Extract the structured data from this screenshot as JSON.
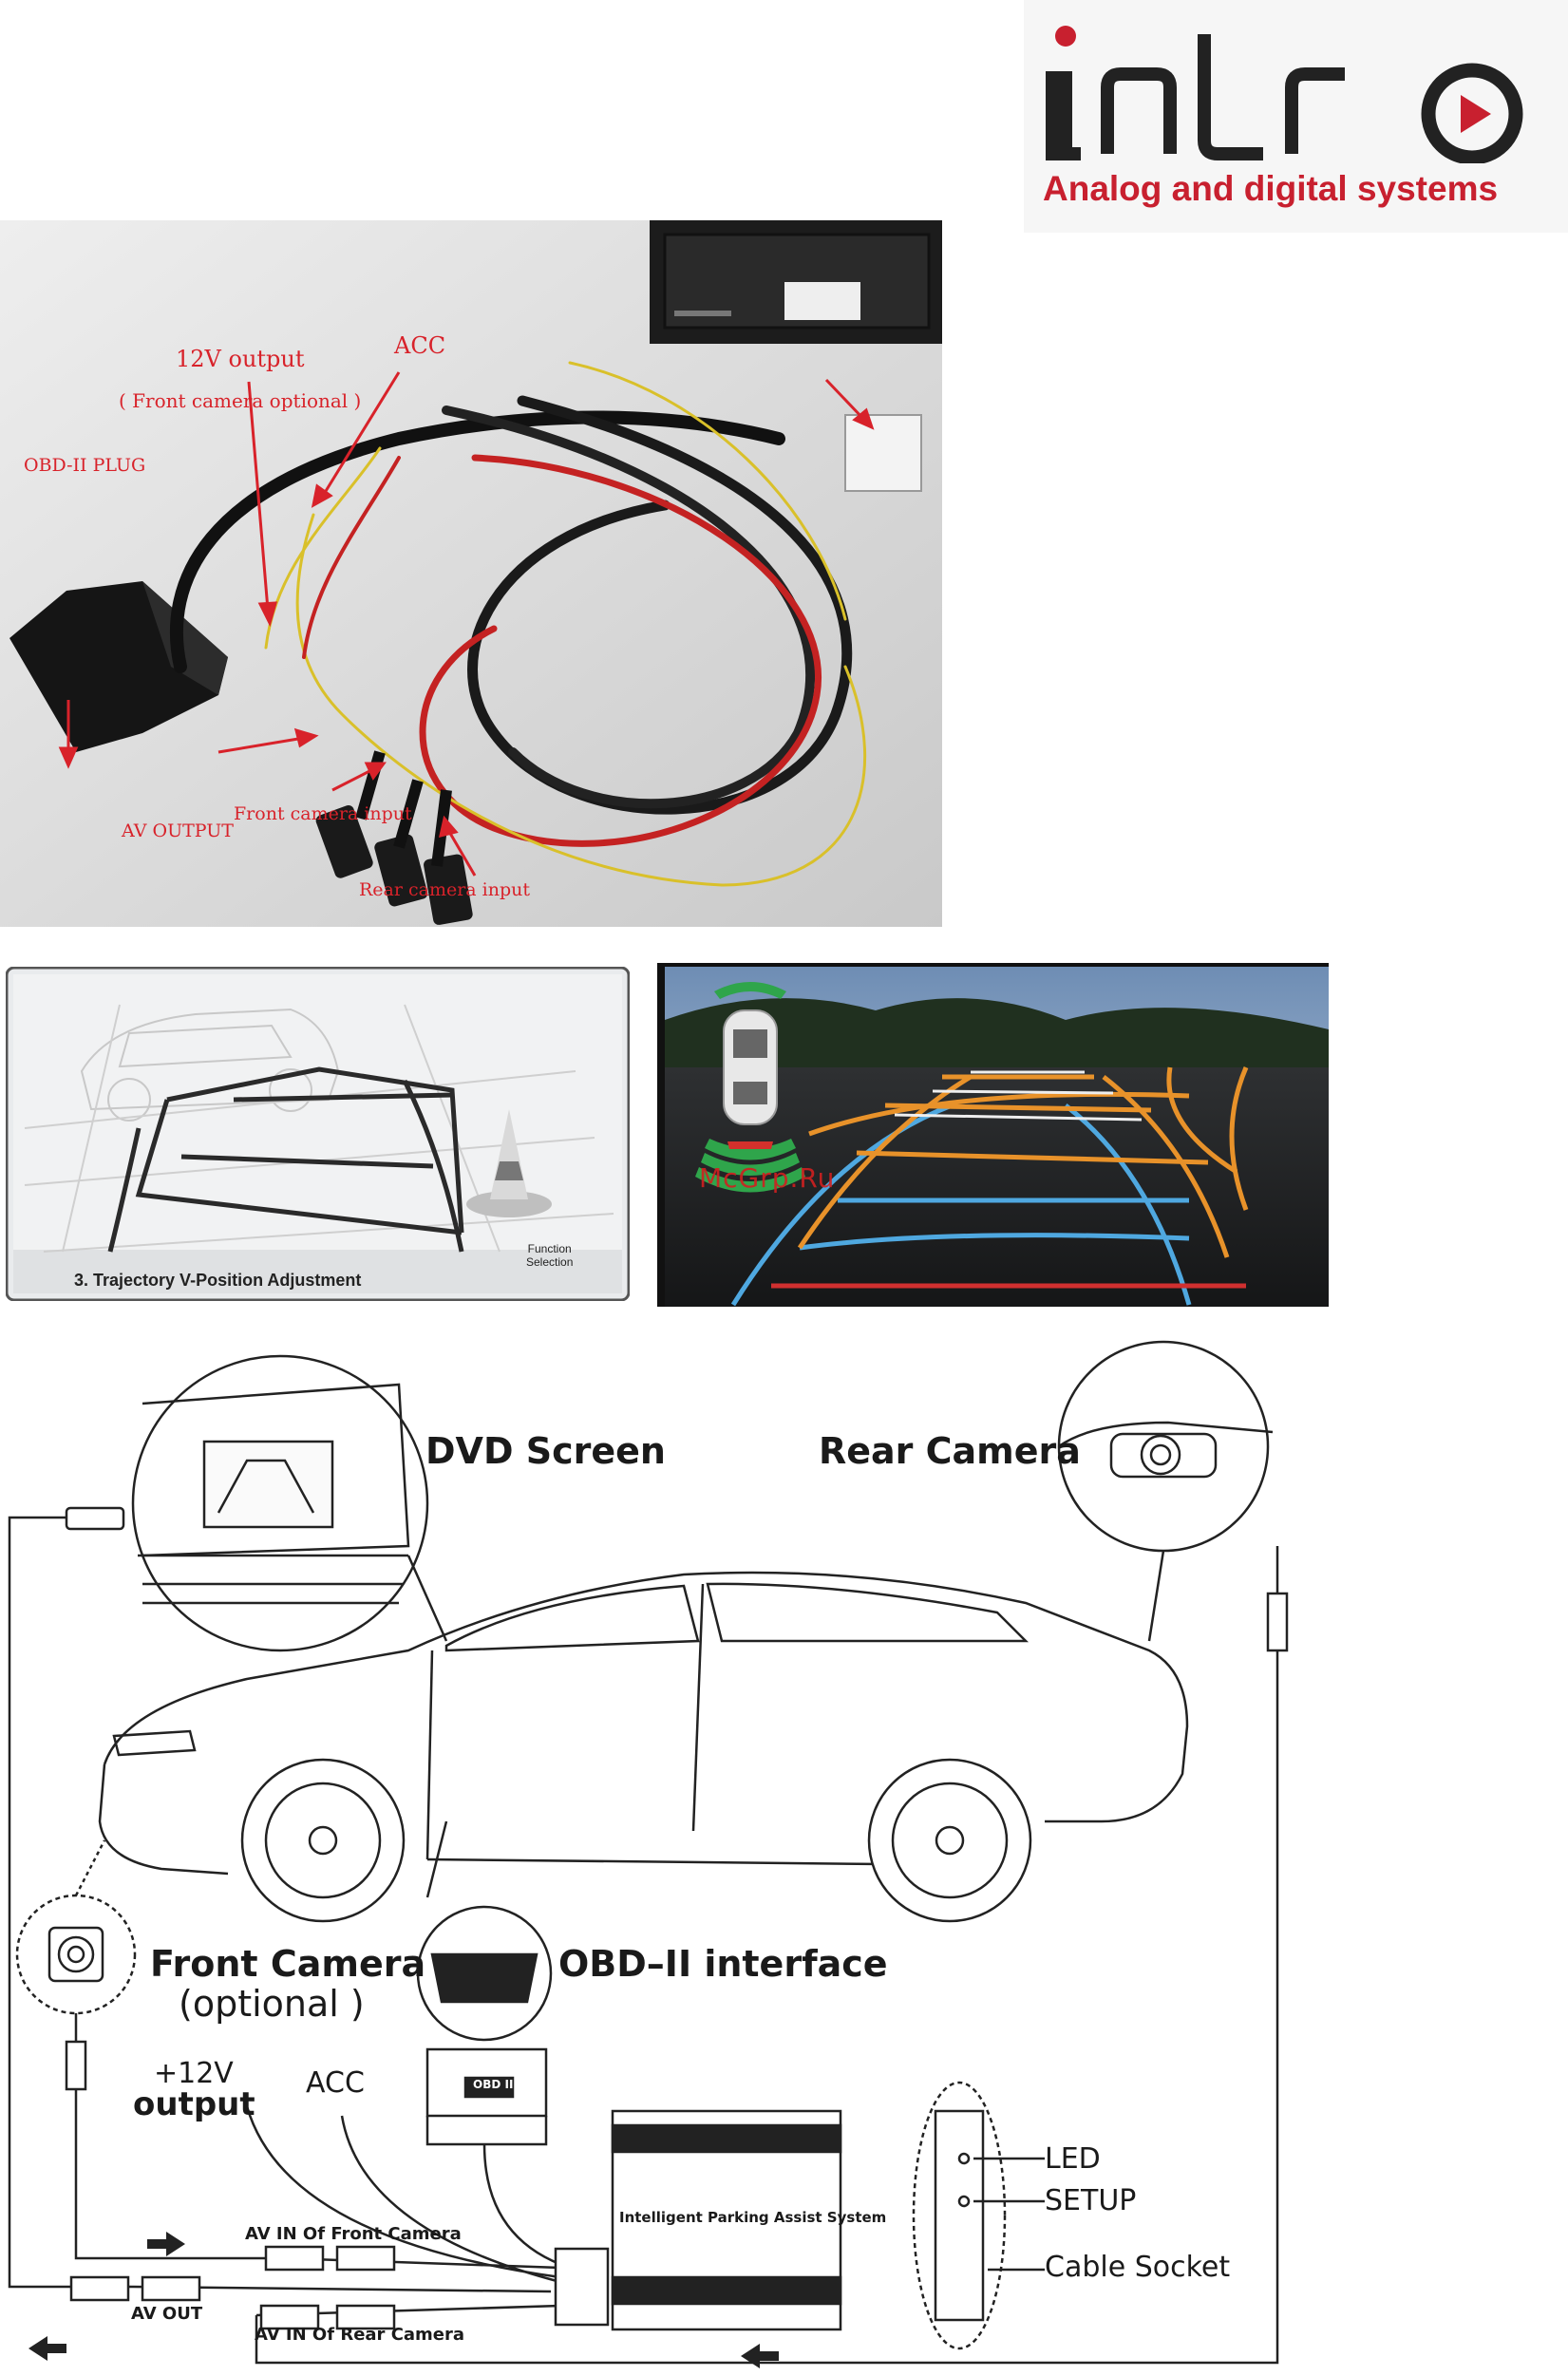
{
  "logo": {
    "wordmark": "intro",
    "tagline": "Analog and digital systems",
    "brand_color": "#c8202f"
  },
  "harness_photo": {
    "labels": {
      "twelve_v_output": "12V output",
      "front_camera_optional": "( Front camera optional )",
      "acc": "ACC",
      "obd_plug": "OBD-II PLUG",
      "av_output": "AV OUTPUT",
      "front_camera_input": "Front camera input",
      "rear_camera_input": "Rear camera input"
    },
    "arrow_color": "#d8222a"
  },
  "panel_left": {
    "caption": "3.  Trajectory V-Position Adjustment",
    "function_selection_line1": "Function",
    "function_selection_line2": "Selection"
  },
  "panel_right": {
    "watermark": "McGrp.Ru"
  },
  "diagram": {
    "dvd_screen": "DVD Screen",
    "rear_camera": "Rear Camera",
    "front_camera": "Front Camera",
    "front_camera_optional": "(optional )",
    "obd_interface": "OBD–II interface",
    "plus12v": "+12V",
    "output": "output",
    "acc": "ACC",
    "av_in_front": "AV IN Of  Front Camera",
    "av_out": "AV OUT",
    "av_in_rear": "AV IN Of  Rear Camera",
    "box_label": "Intelligent Parking Assist System",
    "obd_box_label": "OBD II",
    "led": "LED",
    "setup": "SETUP",
    "cable_socket": "Cable Socket"
  }
}
